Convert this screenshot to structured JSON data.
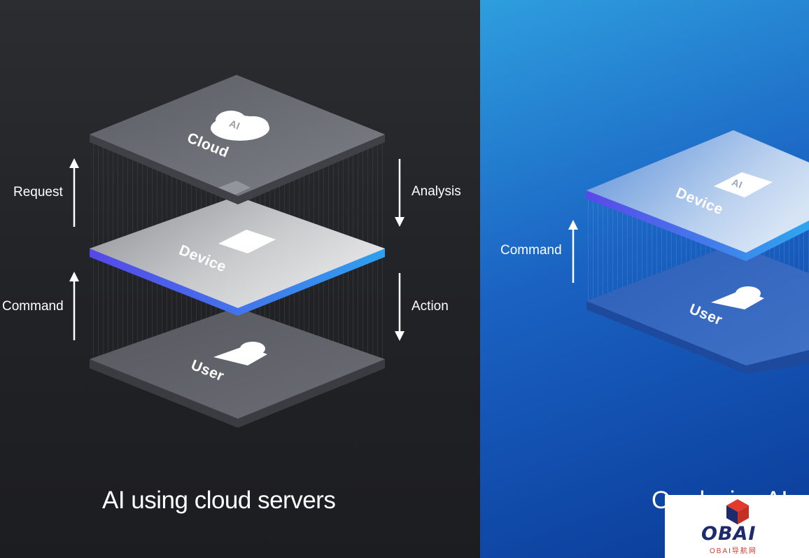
{
  "left": {
    "layers": {
      "cloud": "Cloud",
      "cloud_badge": "AI",
      "device": "Device",
      "user": "User"
    },
    "flows": {
      "request": "Request",
      "command": "Command",
      "analysis": "Analysis",
      "action": "Action"
    },
    "title": "AI using cloud servers"
  },
  "right": {
    "layers": {
      "device": "Device",
      "device_badge": "AI",
      "user": "User"
    },
    "flows": {
      "command": "Command"
    },
    "title": "On-device AI"
  },
  "watermark": {
    "logo": "OBAI",
    "subtitle": "OBAI导航网"
  },
  "colors": {
    "dark_bg": "#232428",
    "blue_bg": "#1a62c2",
    "accent_glow": "#4a5cf0"
  }
}
